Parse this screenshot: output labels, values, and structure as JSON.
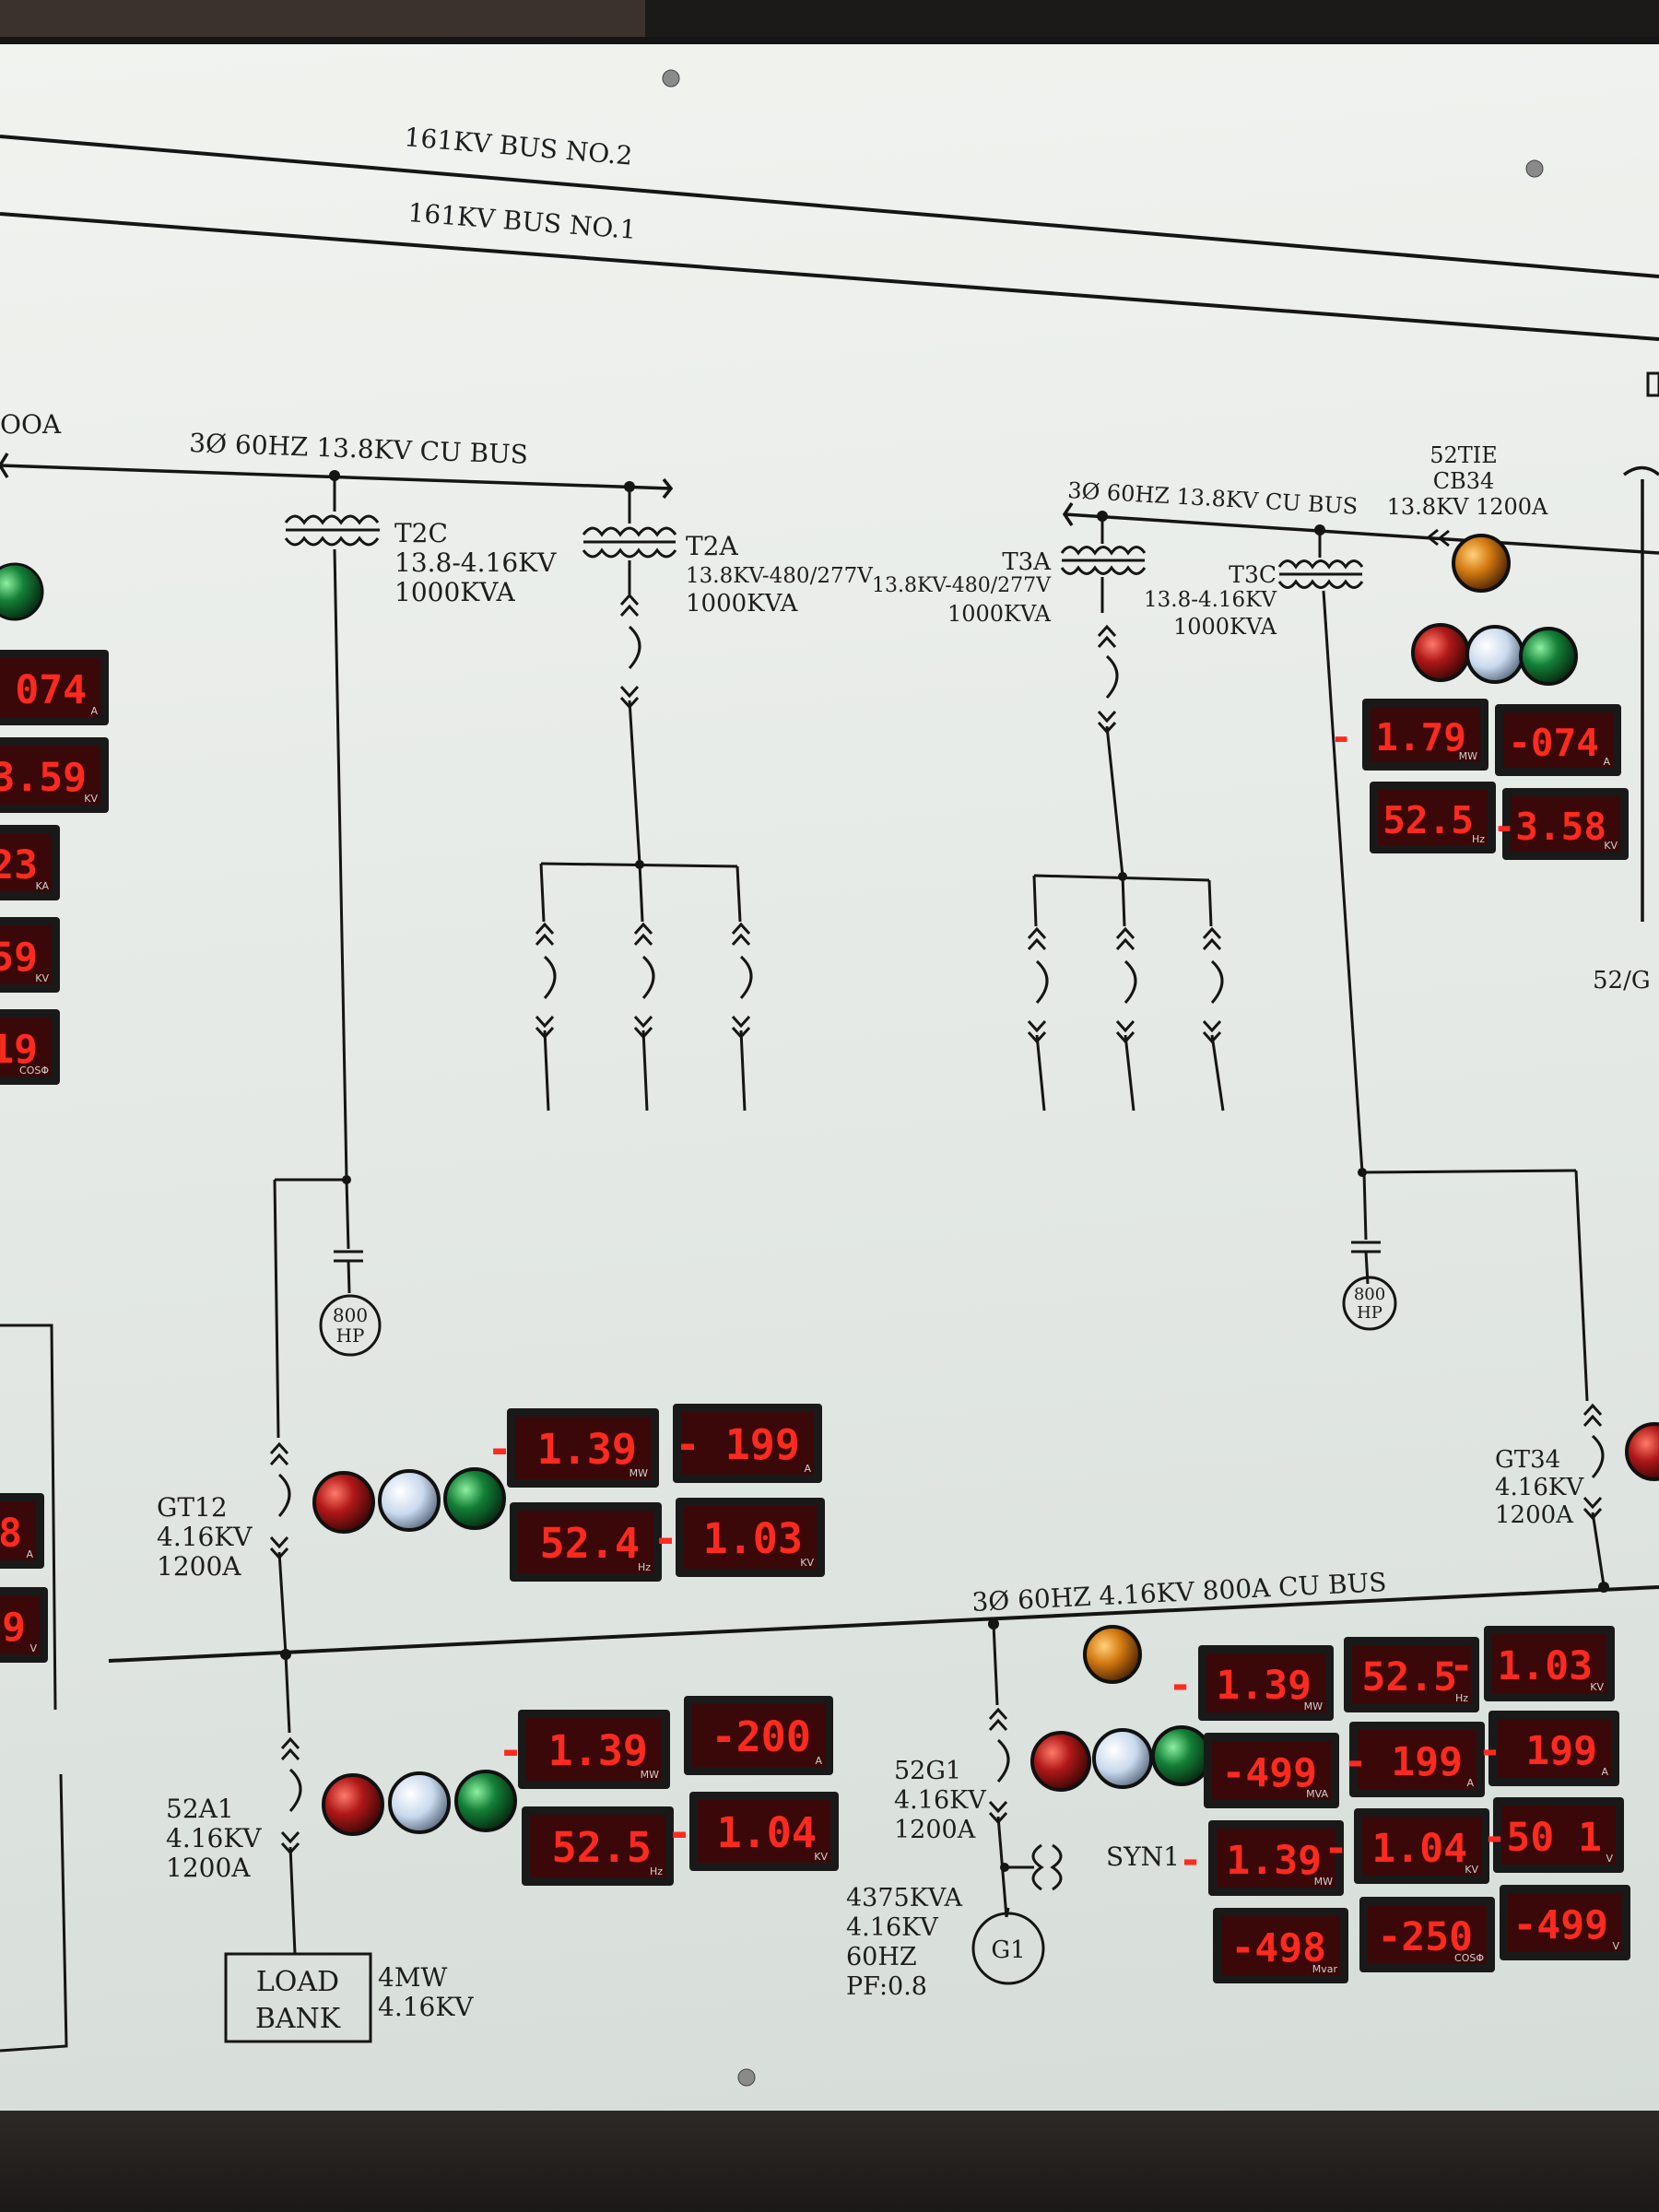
{
  "buses": {
    "bus2": "161KV BUS NO.2",
    "bus1": "161KV BUS NO.1",
    "left_138": "3Ø 60HZ 13.8KV CU BUS",
    "right_138": "3Ø 60HZ 13.8KV CU BUS",
    "bus_416": "3Ø 60HZ 4.16KV 800A CU BUS"
  },
  "edge_text": {
    "left_top": "OOA",
    "right_mid": "52/G"
  },
  "transformers": {
    "t2c": [
      "T2C",
      "13.8-4.16KV",
      "1000KVA"
    ],
    "t2a": [
      "T2A",
      "13.8KV-480/277V",
      "1000KVA"
    ],
    "t3a": [
      "T3A",
      "13.8KV-480/277V",
      "1000KVA"
    ],
    "t3c": [
      "T3C",
      "13.8-4.16KV",
      "1000KVA"
    ]
  },
  "tie": [
    "52TIE",
    "CB34",
    "13.8KV 1200A"
  ],
  "breakers": {
    "gt12": [
      "GT12",
      "4.16KV",
      "1200A"
    ],
    "gt34": [
      "GT34",
      "4.16KV",
      "1200A"
    ],
    "a1": [
      "52A1",
      "4.16KV",
      "1200A"
    ],
    "g1": [
      "52G1",
      "4.16KV",
      "1200A"
    ]
  },
  "motors": {
    "left": [
      "800",
      "HP"
    ],
    "right": [
      "800",
      "HP"
    ]
  },
  "generator": {
    "name": "G1",
    "specs": [
      "4375KVA",
      "4.16KV",
      "60HZ",
      "PF:0.8"
    ]
  },
  "syn": "SYN1",
  "load_bank": {
    "name": [
      "LOAD",
      "BANK"
    ],
    "rating": [
      "4MW",
      "4.16KV"
    ]
  },
  "meters": {
    "left_edge": [
      {
        "value": "074",
        "unit": "A"
      },
      {
        "value": "3.59",
        "unit": "KV"
      },
      {
        "value": "23",
        "unit": "KA"
      },
      {
        "value": "59",
        "unit": "KV"
      },
      {
        "value": "19",
        "unit": "COSΦ"
      },
      {
        "value": "8",
        "unit": "A"
      },
      {
        "value": "9",
        "unit": "V"
      }
    ],
    "gt12": [
      {
        "value": "- 1.39",
        "unit": "MW"
      },
      {
        "value": "- 199",
        "unit": "A"
      },
      {
        "value": "52.4",
        "unit": "Hz"
      },
      {
        "value": "- 1.03",
        "unit": "KV"
      }
    ],
    "a1": [
      {
        "value": "- 1.39",
        "unit": "MW"
      },
      {
        "value": "-200",
        "unit": "A"
      },
      {
        "value": "52.5",
        "unit": "Hz"
      },
      {
        "value": "- 1.04",
        "unit": "KV"
      }
    ],
    "tie": [
      {
        "value": "- 1.79",
        "unit": "MW"
      },
      {
        "value": "-074",
        "unit": "A"
      },
      {
        "value": "52.5",
        "unit": "Hz"
      },
      {
        "value": "-3.58",
        "unit": "KV"
      }
    ],
    "gen": [
      {
        "value": "- 1.39",
        "unit": "MW"
      },
      {
        "value": "52.5",
        "unit": "Hz"
      },
      {
        "value": "- 1.03",
        "unit": "KV"
      },
      {
        "value": "-499",
        "unit": "MVA"
      },
      {
        "value": "- 199",
        "unit": "A"
      },
      {
        "value": "- 199",
        "unit": "A"
      },
      {
        "value": "- 1.39",
        "unit": "MW"
      },
      {
        "value": "- 1.04",
        "unit": "KV"
      },
      {
        "value": "-50 1",
        "unit": "V"
      },
      {
        "value": "-498",
        "unit": "Mvar"
      },
      {
        "value": "-250",
        "unit": "COSΦ"
      },
      {
        "value": "-499",
        "unit": "V"
      }
    ]
  },
  "colors": {
    "lamp_red": "#a01010",
    "lamp_white": "#d6e2f2",
    "lamp_green": "#16803a",
    "lamp_amber": "#d87a10",
    "led": "#ff2a1f",
    "line": "#151515"
  }
}
